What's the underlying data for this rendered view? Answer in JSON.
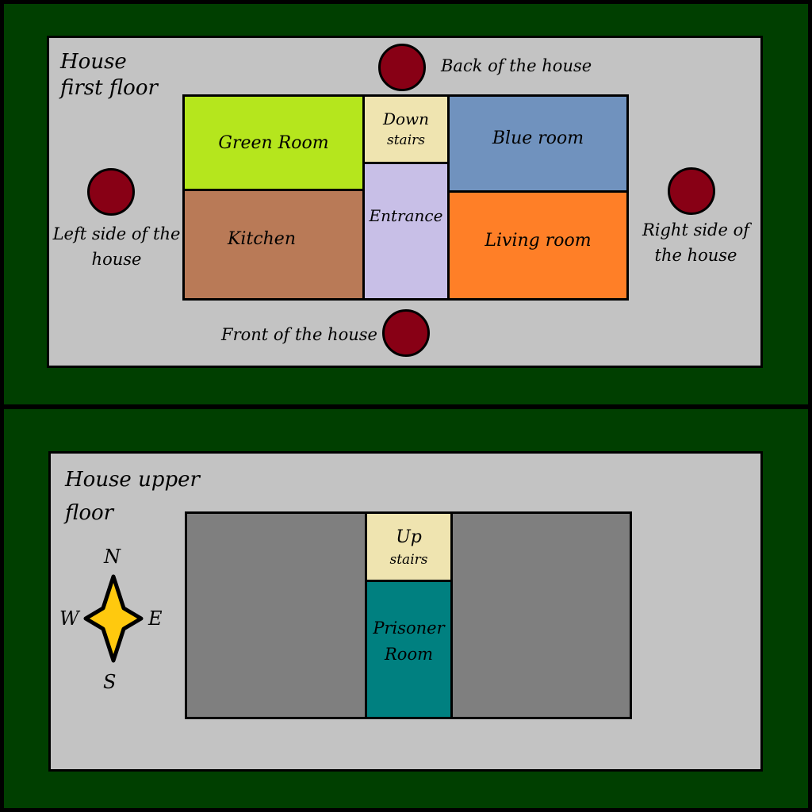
{
  "first_floor": {
    "title_line1": "House",
    "title_line2": "first floor",
    "rooms": {
      "green_room": {
        "label": "Green Room",
        "color": "#b5e61d"
      },
      "down_stairs": {
        "line1": "Down",
        "line2": "stairs",
        "color": "#efe4b0"
      },
      "blue_room": {
        "label": "Blue room",
        "color": "#7092be"
      },
      "kitchen": {
        "label": "Kitchen",
        "color": "#b97a57"
      },
      "entrance": {
        "label": "Entrance",
        "color": "#c8bfe7"
      },
      "living_room": {
        "label": "Living room",
        "color": "#ff7f27"
      }
    },
    "markers": {
      "back": "Back of the house",
      "front": "Front of the house",
      "left_line1": "Left side of the",
      "left_line2": "house",
      "right_line1": "Right side of",
      "right_line2": "the house"
    }
  },
  "upper_floor": {
    "title_line1": "House upper",
    "title_line2": "floor",
    "rooms": {
      "up_stairs": {
        "line1": "Up",
        "line2": "stairs",
        "color": "#efe4b0"
      },
      "prisoner_room": {
        "line1": "Prisoner",
        "line2": "Room",
        "color": "#008080"
      },
      "left_block": {
        "color": "#7f7f7f"
      },
      "right_block": {
        "color": "#7f7f7f"
      }
    },
    "compass": {
      "n": "N",
      "s": "S",
      "e": "E",
      "w": "W",
      "color": "#ffc90e"
    }
  },
  "colors": {
    "border_green": "#003f00",
    "panel_gray": "#c3c3c3",
    "marker": "#880015"
  }
}
